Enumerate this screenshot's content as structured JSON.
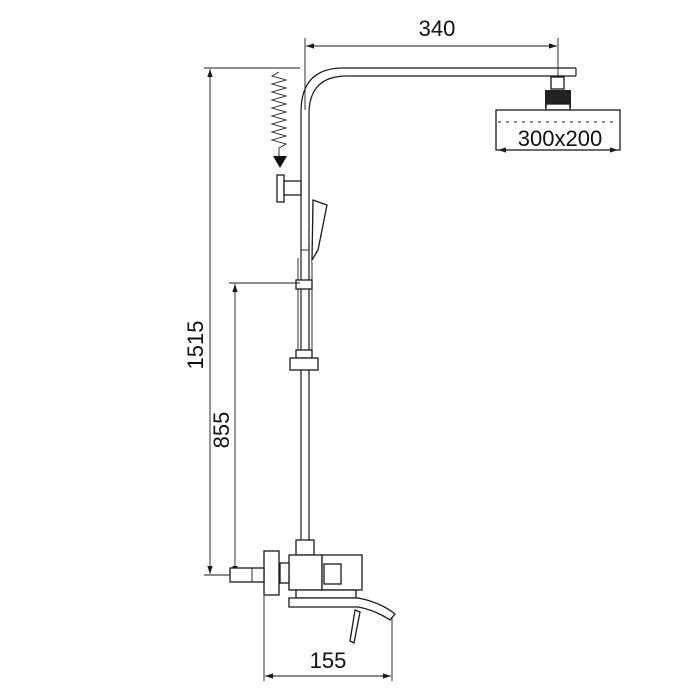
{
  "title": "Shower column dimension drawing",
  "dimensions": {
    "arm_reach": "340",
    "head_size": "300x200",
    "total_height": "1515",
    "slider_height": "855",
    "mixer_depth": "155"
  },
  "colors": {
    "line": "#1a1a1a",
    "background": "#ffffff"
  }
}
